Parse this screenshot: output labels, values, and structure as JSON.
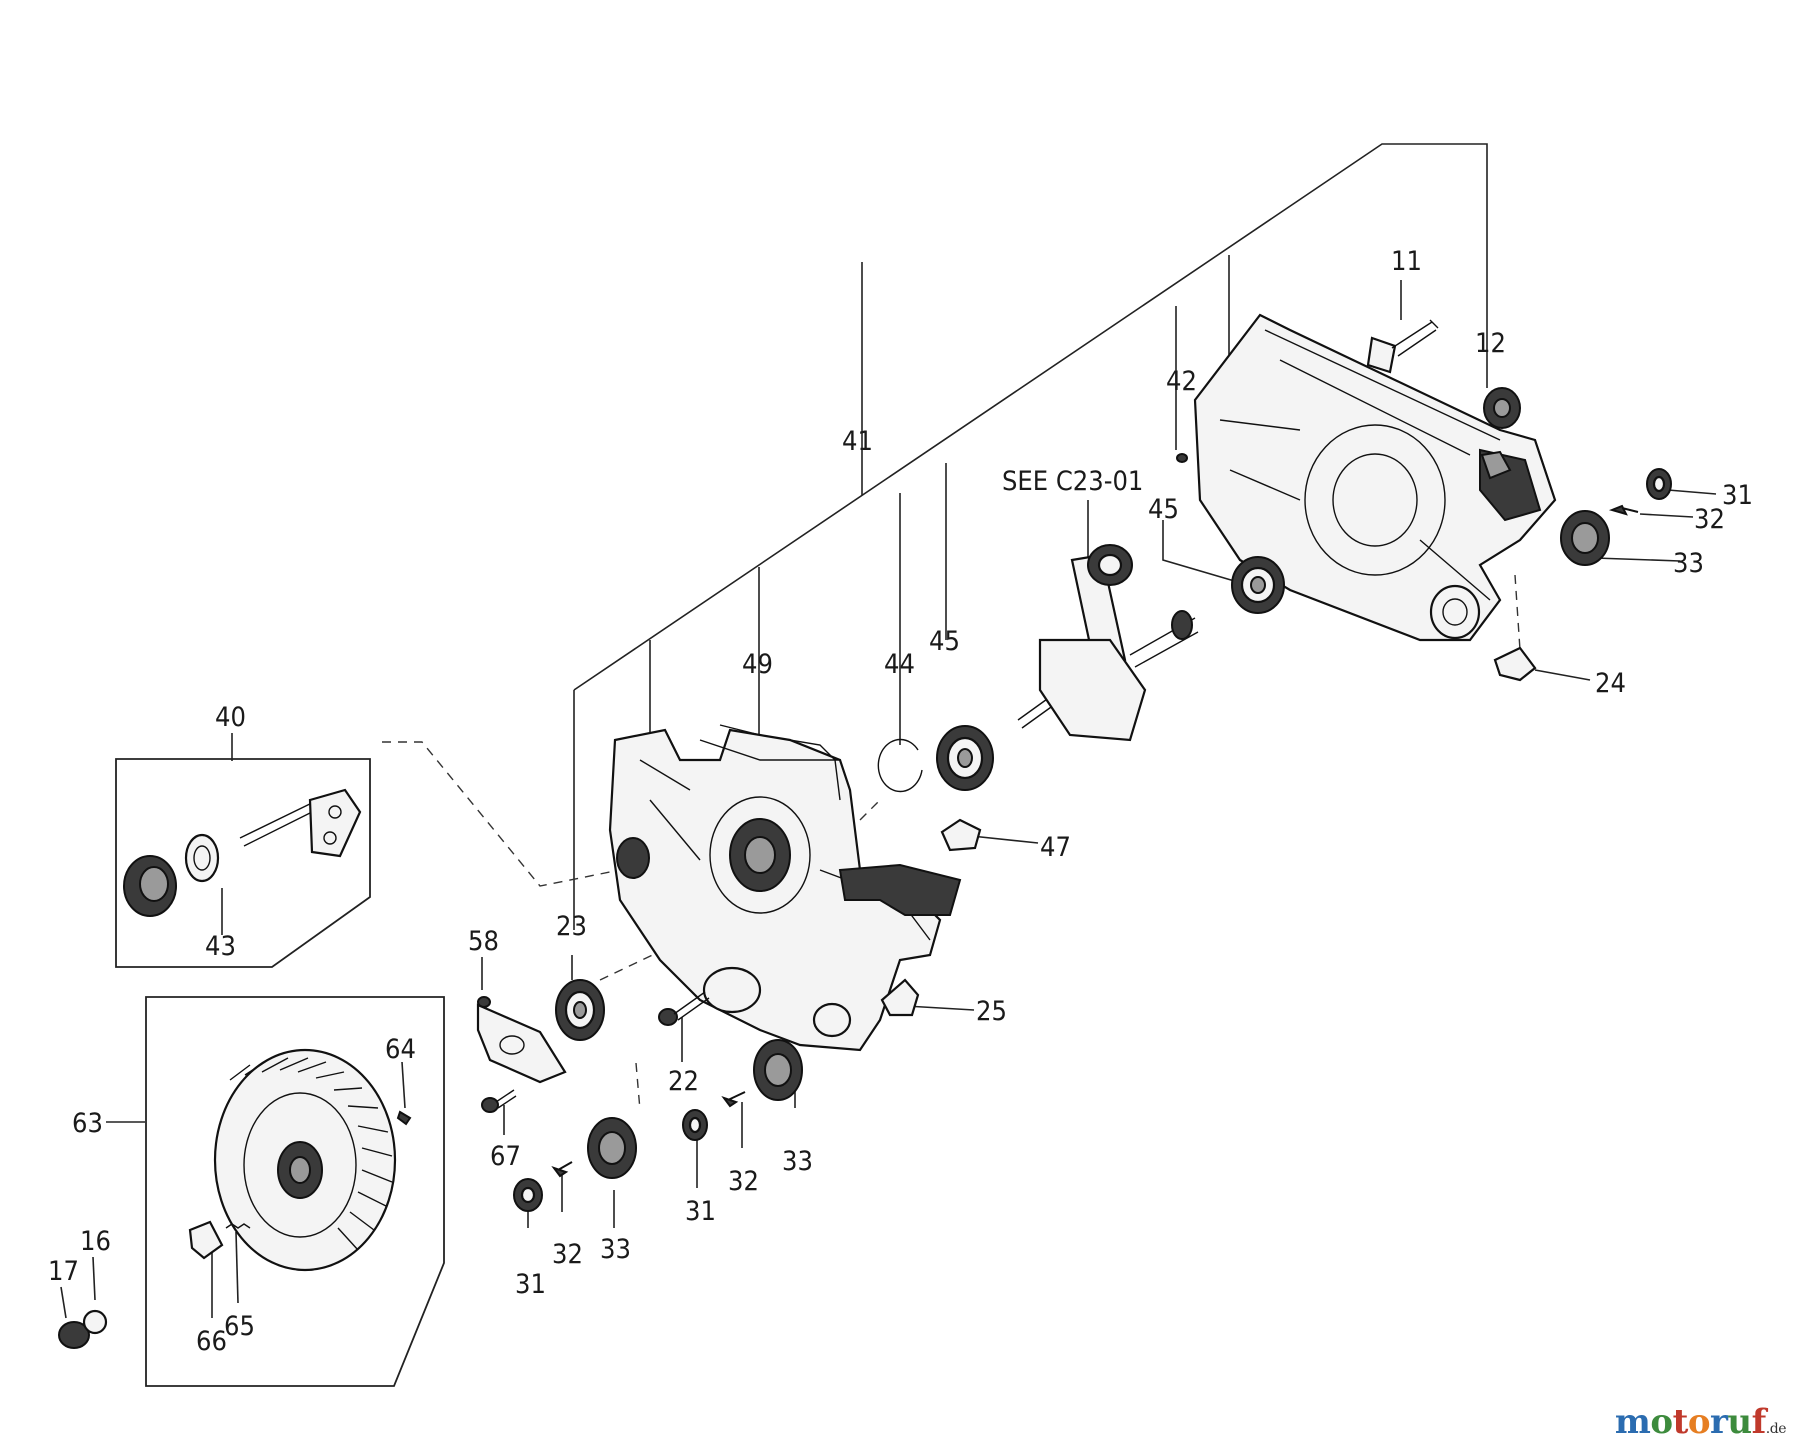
{
  "diagram": {
    "callouts": [
      {
        "id": "c11",
        "text": "11"
      },
      {
        "id": "c12",
        "text": "12"
      },
      {
        "id": "c42",
        "text": "42"
      },
      {
        "id": "c45a",
        "text": "45"
      },
      {
        "id": "c31a",
        "text": "31"
      },
      {
        "id": "c32a",
        "text": "32"
      },
      {
        "id": "c33a",
        "text": "33"
      },
      {
        "id": "c24",
        "text": "24"
      },
      {
        "id": "cSee",
        "text": "SEE C23-01"
      },
      {
        "id": "c41",
        "text": "41"
      },
      {
        "id": "c49",
        "text": "49"
      },
      {
        "id": "c44",
        "text": "44"
      },
      {
        "id": "c45b",
        "text": "45"
      },
      {
        "id": "c47",
        "text": "47"
      },
      {
        "id": "c40",
        "text": "40"
      },
      {
        "id": "c43",
        "text": "43"
      },
      {
        "id": "c23",
        "text": "23"
      },
      {
        "id": "c58",
        "text": "58"
      },
      {
        "id": "c25",
        "text": "25"
      },
      {
        "id": "c22",
        "text": "22"
      },
      {
        "id": "c64",
        "text": "64"
      },
      {
        "id": "c63",
        "text": "63"
      },
      {
        "id": "c67",
        "text": "67"
      },
      {
        "id": "c32b",
        "text": "32"
      },
      {
        "id": "c33b",
        "text": "33"
      },
      {
        "id": "c31b",
        "text": "31"
      },
      {
        "id": "c32c",
        "text": "32"
      },
      {
        "id": "c33c",
        "text": "33"
      },
      {
        "id": "c31c",
        "text": "31"
      },
      {
        "id": "c17",
        "text": "17"
      },
      {
        "id": "c16",
        "text": "16"
      },
      {
        "id": "c66",
        "text": "66"
      },
      {
        "id": "c65",
        "text": "65"
      }
    ]
  },
  "watermark": {
    "letters": [
      "m",
      "o",
      "t",
      "o",
      "r",
      "u",
      "f"
    ],
    "colors": [
      "#2b6cb0",
      "#3d8b3d",
      "#c0392b",
      "#e67e22",
      "#2b6cb0",
      "#3d8b3d",
      "#c0392b"
    ],
    "suffix": ".de"
  }
}
